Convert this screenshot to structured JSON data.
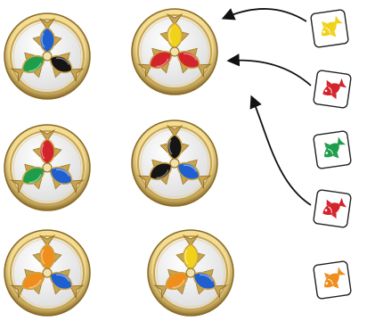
{
  "colors": {
    "blue": "#1f5fd0",
    "green": "#1e9e4a",
    "black": "#151515",
    "yellow": "#f1d21a",
    "red": "#d3232b",
    "orange": "#ef8e1c",
    "gold": "#c9a44a",
    "gold_dark": "#8a6a25",
    "arrow": "#111111"
  },
  "tokens": [
    {
      "id": "token-1",
      "fish": [
        "blue",
        "black",
        "green"
      ]
    },
    {
      "id": "token-2",
      "fish": [
        "yellow",
        "red",
        "red"
      ]
    },
    {
      "id": "token-3",
      "fish": [
        "red",
        "blue",
        "green"
      ]
    },
    {
      "id": "token-4",
      "fish": [
        "black",
        "blue",
        "black"
      ]
    },
    {
      "id": "token-5",
      "fish": [
        "orange",
        "blue",
        "orange"
      ]
    },
    {
      "id": "token-6",
      "fish": [
        "yellow",
        "blue",
        "orange"
      ]
    }
  ],
  "cards": [
    {
      "id": "card-yellow",
      "fish": "yellow",
      "icon": "yellow-fish-icon"
    },
    {
      "id": "card-red",
      "fish": "red",
      "icon": "red-fish-icon"
    },
    {
      "id": "card-green",
      "fish": "green",
      "icon": "green-fish-icon"
    },
    {
      "id": "card-red-2",
      "fish": "red",
      "icon": "red-fish-icon"
    },
    {
      "id": "card-orange",
      "fish": "orange",
      "icon": "orange-fish-icon"
    }
  ],
  "arrows": [
    {
      "from": "card-yellow",
      "to": "token-2"
    },
    {
      "from": "card-red",
      "to": "token-2"
    },
    {
      "from": "card-red-2",
      "to": "token-2"
    }
  ]
}
